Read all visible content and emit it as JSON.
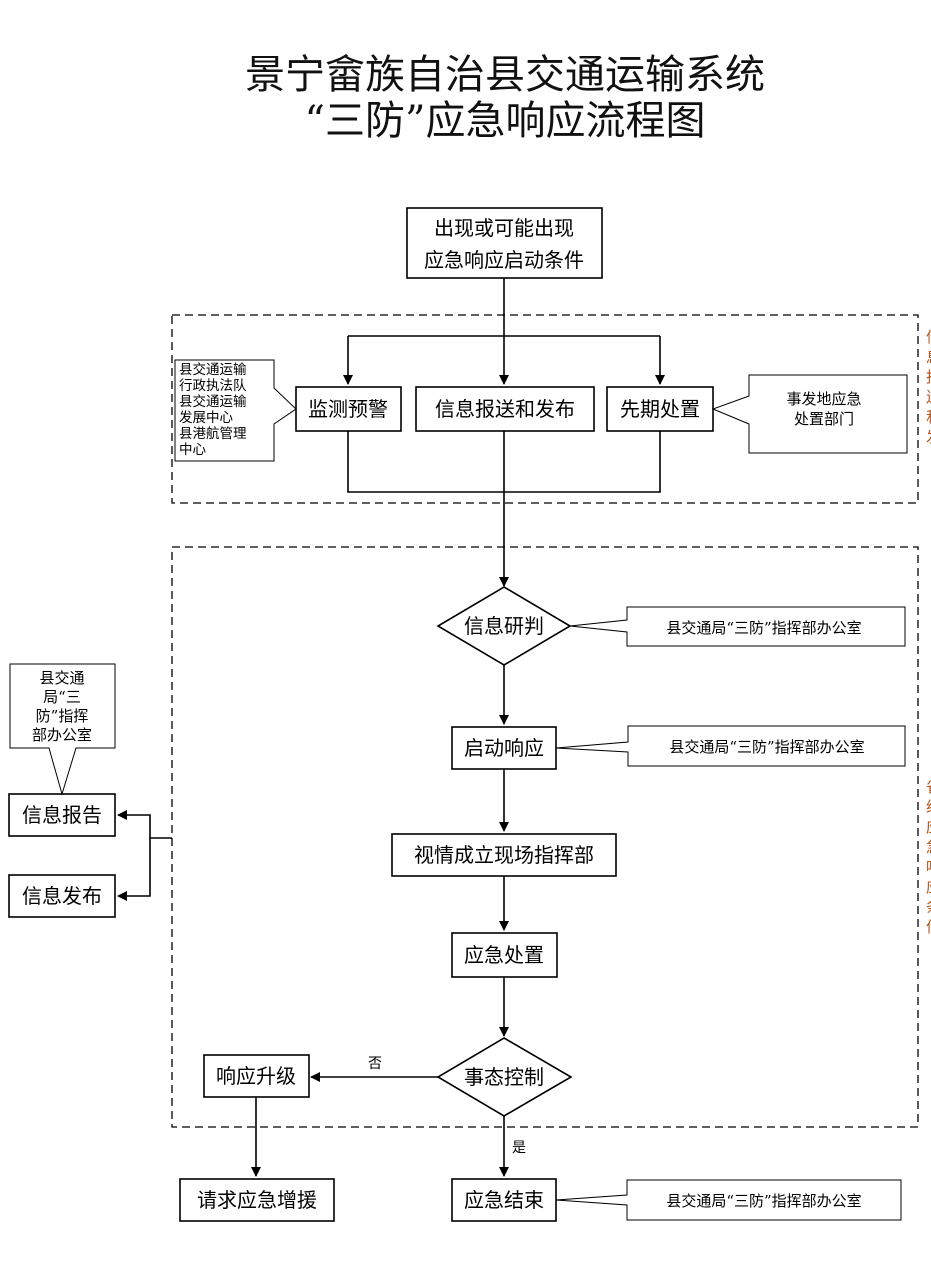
{
  "title": {
    "line1": "景宁畲族自治县交通运输系统",
    "line2": "“三防”应急响应流程图"
  },
  "nodes": {
    "start_line1": "出现或可能出现",
    "start_line2": "应急响应启动条件",
    "monitor": "监测预警",
    "info_report_publish": "信息报送和发布",
    "early_handling": "先期处置",
    "info_analysis": "信息研判",
    "start_response": "启动响应",
    "field_hq": "视情成立现场指挥部",
    "emergency_handling": "应急处置",
    "situation_control": "事态控制",
    "response_upgrade": "响应升级",
    "request_support": "请求应急增援",
    "emergency_end": "应急结束",
    "info_report": "信息报告",
    "info_publish": "信息发布"
  },
  "notes": {
    "monitor_units": [
      "县交通运输",
      "行政执法队",
      "县交通运输",
      "发展中心",
      "县港航管理",
      "中心"
    ],
    "early_units": [
      "事发地应急",
      "处置部门"
    ],
    "analysis_unit": "县交通局“三防”指挥部办公室",
    "response_unit": "县交通局“三防”指挥部办公室",
    "end_unit": "县交通局“三防”指挥部办公室",
    "report_unit": [
      "县交通",
      "局“三",
      "防”指挥",
      "部办公室"
    ]
  },
  "edge_labels": {
    "no": "否",
    "yes": "是"
  },
  "side_fragments": {
    "upper": [
      "信",
      "息",
      "报",
      "送",
      "和",
      "发"
    ],
    "lower": [
      "省",
      "级",
      "应",
      "急",
      "响",
      "应",
      "条",
      "件"
    ]
  },
  "colors": {
    "line": "#000000",
    "side_text": "#b5521b"
  }
}
